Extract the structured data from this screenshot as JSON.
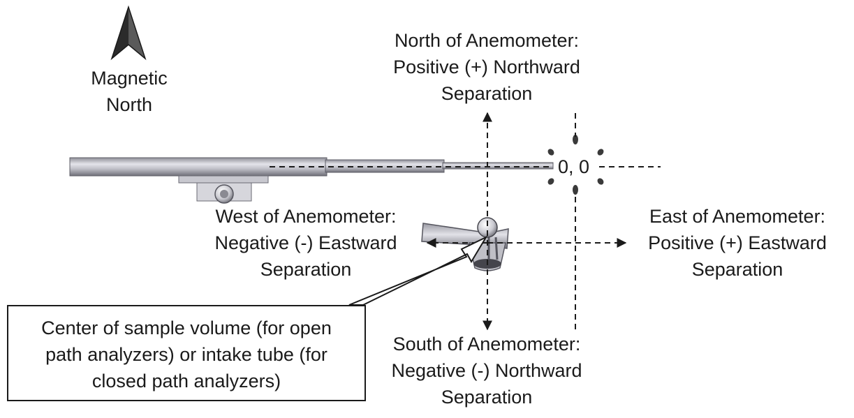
{
  "compass": {
    "label_lines": [
      "Magnetic",
      "North"
    ],
    "icon": "north-arrow-icon"
  },
  "north_label": {
    "lines": [
      "North of Anemometer:",
      "Positive (+) Northward",
      "Separation"
    ]
  },
  "south_label": {
    "lines": [
      "South of Anemometer:",
      "Negative (-) Northward",
      "Separation"
    ]
  },
  "west_label": {
    "lines": [
      "West of Anemometer:",
      "Negative (-) Eastward",
      "Separation"
    ]
  },
  "east_label": {
    "lines": [
      "East of Anemometer:",
      "Positive (+) Eastward",
      "Separation"
    ]
  },
  "origin": {
    "label": "0, 0"
  },
  "callout": {
    "lines": [
      "Center of sample volume (for open",
      "path analyzers) or intake tube (for",
      "closed path analyzers)"
    ]
  },
  "colors": {
    "ink": "#1a1a1a",
    "metal_light": "#d8d8de",
    "metal_dark": "#7d7d86"
  }
}
